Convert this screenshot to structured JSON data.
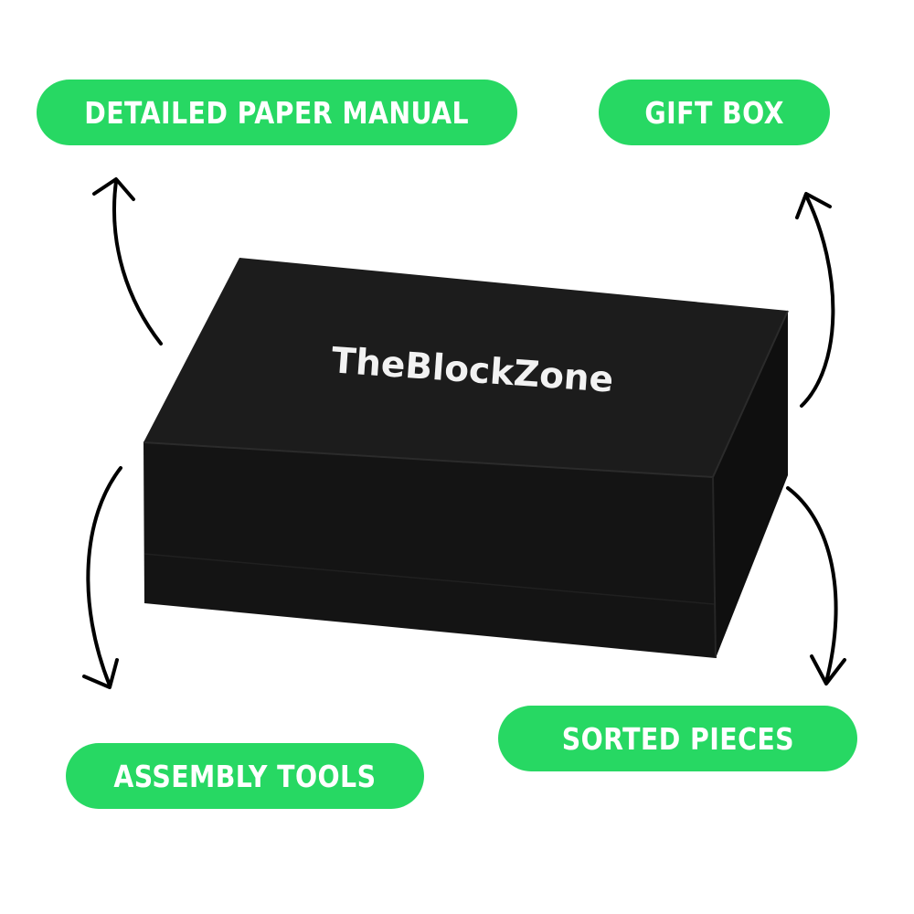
{
  "labels": {
    "manual": "DETAILED PAPER MANUAL",
    "gift": "GIFT BOX",
    "tools": "ASSEMBLY TOOLS",
    "sorted": "SORTED PIECES"
  },
  "box": {
    "brand": "TheBlockZone"
  },
  "colors": {
    "pill": "#27d863",
    "pill_text": "#ffffff",
    "box_top": "#1c1c1c",
    "box_front": "#141414",
    "box_side": "#0f0f0f",
    "arrow": "#000000",
    "brand_text": "#f2f2f2"
  },
  "icons": [
    "curved-arrow-icon"
  ]
}
